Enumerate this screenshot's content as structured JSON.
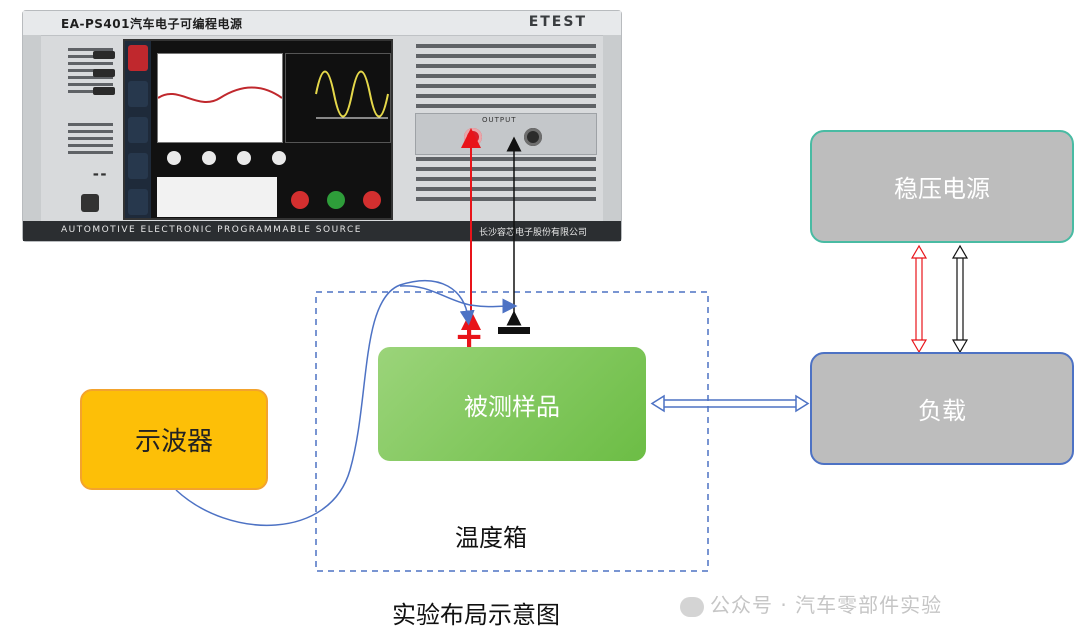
{
  "instrument": {
    "model_title": "EA-PS401汽车电子可编程电源",
    "brand": "ETEST",
    "bottom_left": "AUTOMOTIVE ELECTRONIC PROGRAMMABLE SOURCE",
    "bottom_right": "长沙容芯电子股份有限公司",
    "output_label": "OUTPUT"
  },
  "diagram": {
    "dut": "被测样品",
    "oscilloscope": "示波器",
    "regulated_power_supply": "稳压电源",
    "load": "负载",
    "chamber": "温度箱",
    "caption": "实验布局示意图"
  },
  "watermark": "公众号 · 汽车零部件实验",
  "colors": {
    "dut_fill": "#7cc550",
    "osc_fill": "#fdbf07",
    "osc_border": "#f3a32d",
    "gray_fill": "#bdbdbd",
    "psu_border": "#49bba3",
    "load_border": "#4d72c4",
    "red_wire": "#e8141a",
    "black_wire": "#111111",
    "blue_wire": "#4d72c4",
    "chamber_dash": "#4d72c4"
  }
}
